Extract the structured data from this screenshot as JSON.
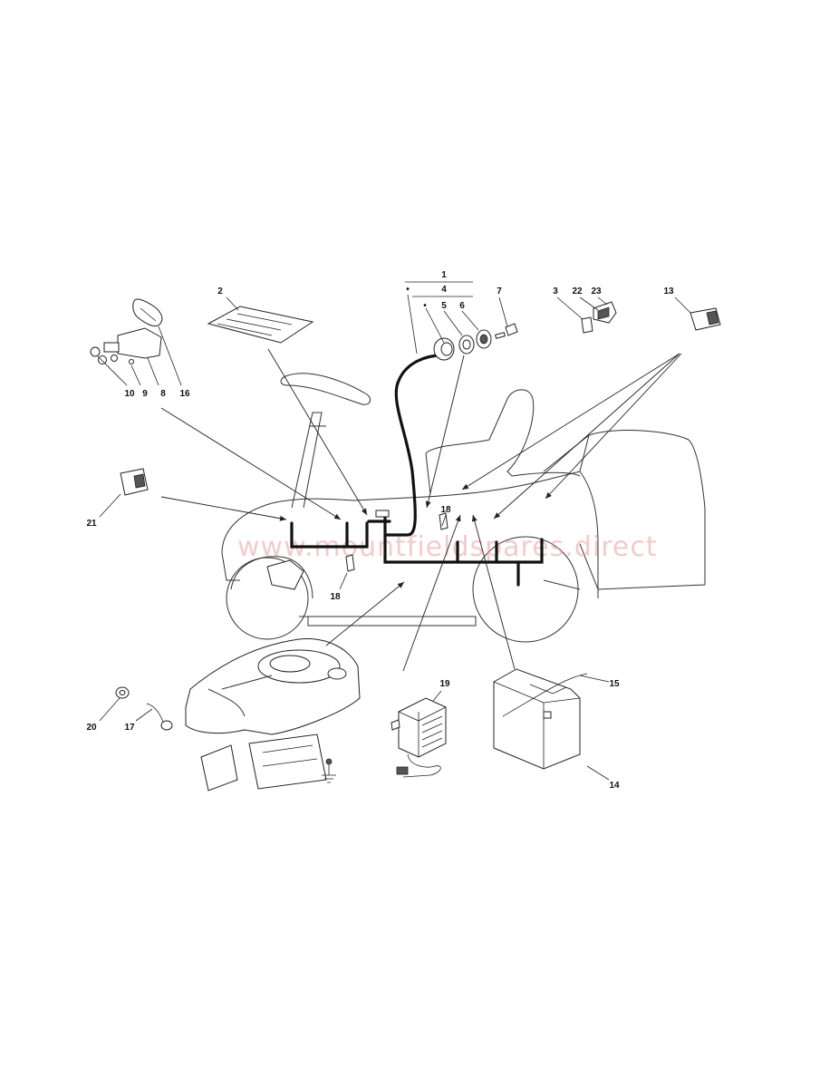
{
  "watermark": "www.mountfieldspares.direct",
  "callouts": {
    "c1": "1",
    "c2": "2",
    "c3": "3",
    "c4": "4",
    "c5": "5",
    "c6": "6",
    "c7": "7",
    "c8": "8",
    "c9": "9",
    "c10": "10",
    "c13": "13",
    "c14": "14",
    "c15": "15",
    "c16": "16",
    "c17": "17",
    "c18a": "18",
    "c18b": "18",
    "c19": "19",
    "c20": "20",
    "c21": "21",
    "c22": "22",
    "c23": "23"
  },
  "markers": {
    "dot_a": "•",
    "dot_b": "•"
  }
}
